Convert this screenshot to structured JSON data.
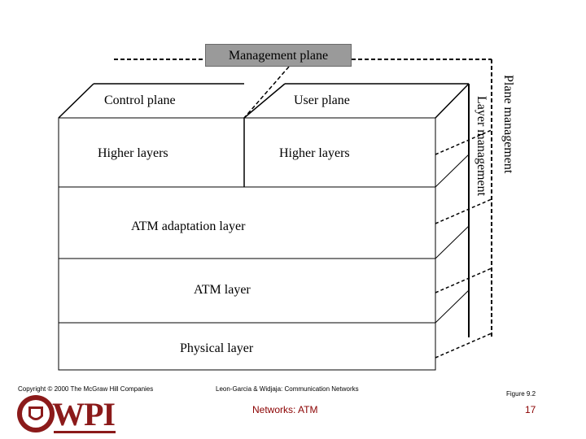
{
  "management_plane": "Management plane",
  "control_plane": "Control plane",
  "user_plane": "User plane",
  "higher_layers_left": "Higher layers",
  "higher_layers_right": "Higher layers",
  "aal": "ATM adaptation layer",
  "atm_layer": "ATM layer",
  "physical_layer": "Physical layer",
  "plane_management": "Plane management",
  "layer_management": "Layer management",
  "footer": {
    "copyright": "Copyright © 2000 The McGraw Hill Companies",
    "citation": "Leon-Garcia & Widjaja:  Communication Networks",
    "title": "Networks: ATM",
    "figure": "Figure 9.2",
    "page": "17",
    "logo": "WPI"
  }
}
